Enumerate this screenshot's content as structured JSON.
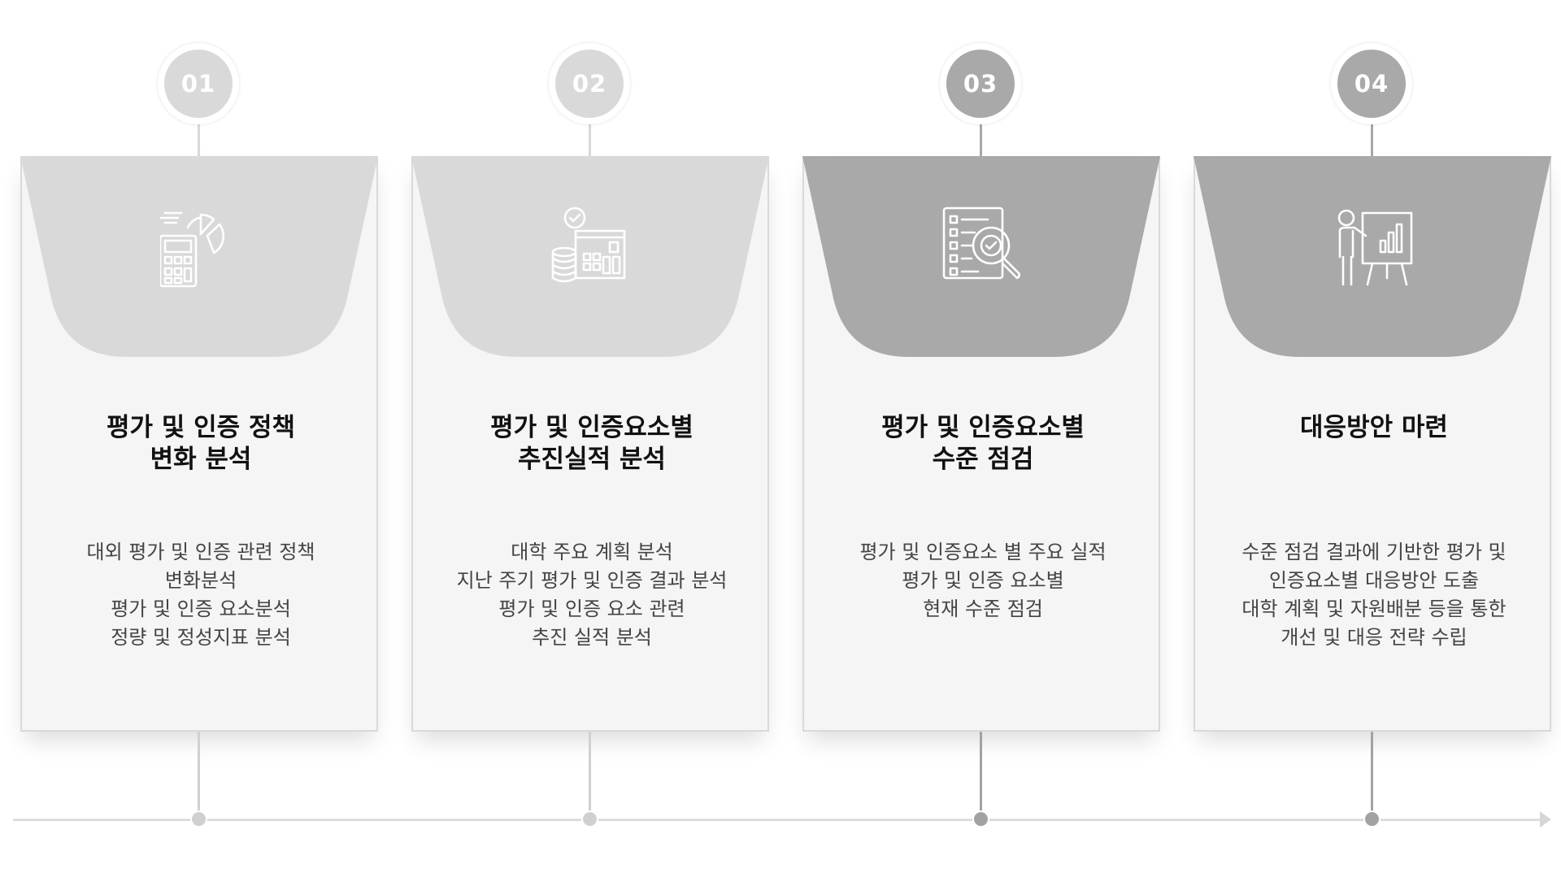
{
  "colors": {
    "light": "#d9d9d9",
    "dark": "#a9a9a9",
    "dark_line": "#a2a2a2",
    "light_line": "#d0d0d0",
    "timeline": "#dddddd"
  },
  "steps": [
    {
      "number": "01",
      "tone": "light",
      "icon": "calculator-pie-chart-icon",
      "title": "평가 및 인증 정책\n변화 분석",
      "description": "대외 평가 및 인증 관련 정책\n변화분석\n평가 및 인증 요소분석\n정량 및 정성지표 분석"
    },
    {
      "number": "02",
      "tone": "light",
      "icon": "coins-checklist-icon",
      "title": "평가 및 인증요소별\n추진실적 분석",
      "description": "대학 주요 계획 분석\n지난 주기 평가 및 인증 결과 분석\n평가 및 인증 요소 관련\n추진 실적 분석"
    },
    {
      "number": "03",
      "tone": "dark",
      "icon": "checklist-magnifier-icon",
      "title": "평가 및 인증요소별\n수준 점검",
      "description": "평가 및 인증요소 별 주요 실적\n평가 및 인증 요소별\n현재 수준 점검"
    },
    {
      "number": "04",
      "tone": "dark",
      "icon": "presenter-board-icon",
      "title": "대응방안 마련",
      "description": "수준 점검 결과에 기반한 평가 및\n인증요소별 대응방안 도출\n대학 계획 및 자원배분 등을 통한\n개선 및 대응 전략 수립"
    }
  ]
}
